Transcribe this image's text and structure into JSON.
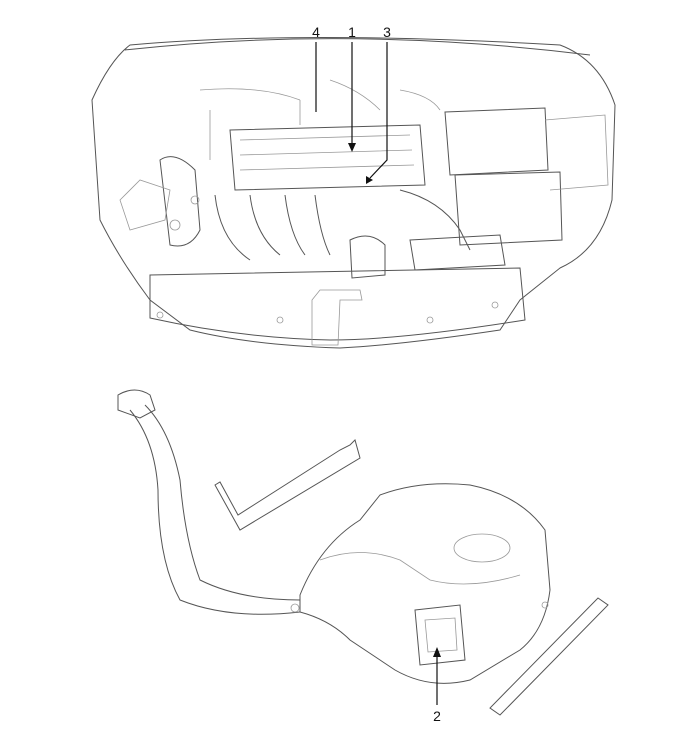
{
  "callouts": [
    {
      "id": "4",
      "text": "4"
    },
    {
      "id": "1",
      "text": "1"
    },
    {
      "id": "3",
      "text": "3"
    },
    {
      "id": "2",
      "text": "2"
    }
  ],
  "colors": {
    "line": "#555555",
    "leader": "#111111",
    "background": "#ffffff"
  }
}
